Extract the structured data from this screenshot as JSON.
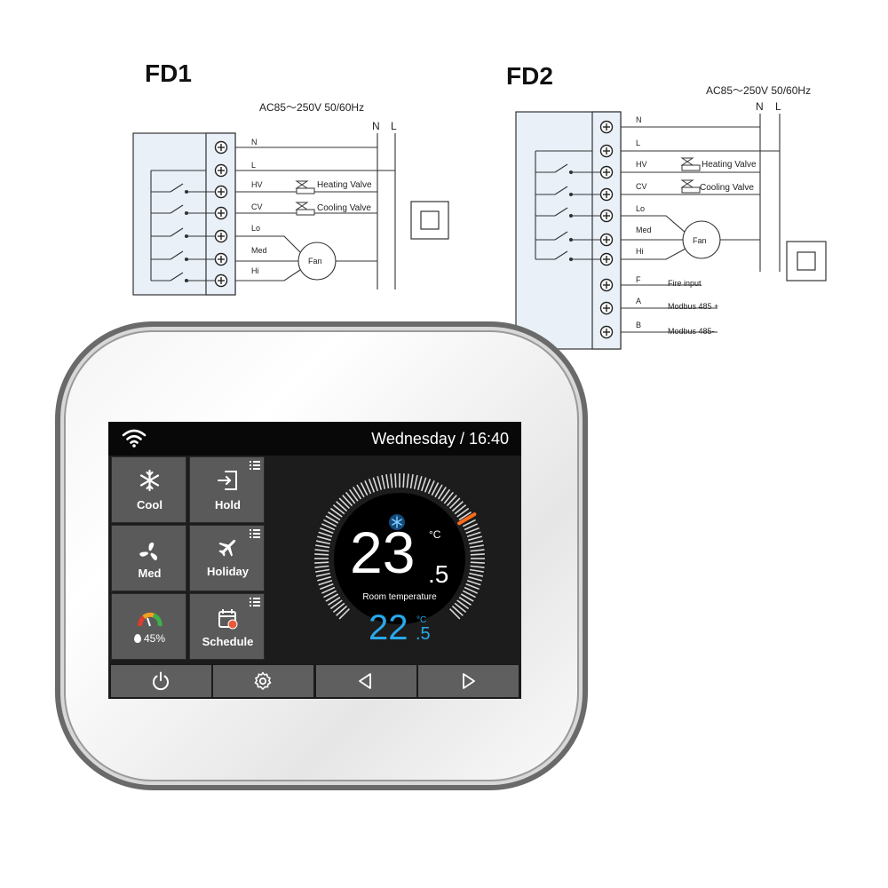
{
  "diagrams": {
    "fd1": {
      "title": "FD1",
      "supply": "AC85～250V   50/60Hz",
      "n": "N",
      "l": "L",
      "terminals": [
        "N",
        "L",
        "HV",
        "CV",
        "Lo",
        "Med",
        "Hi"
      ],
      "heating_valve": "Heating Valve",
      "cooling_valve": "Cooling Valve",
      "fan": "Fan"
    },
    "fd2": {
      "title": "FD2",
      "supply": "AC85～250V   50/60Hz",
      "n": "N",
      "l": "L",
      "terminals": [
        "N",
        "L",
        "HV",
        "CV",
        "Lo",
        "Med",
        "Hi",
        "F",
        "A",
        "B"
      ],
      "heating_valve": "Heating Valve",
      "cooling_valve": "Cooling Valve",
      "fan": "Fan",
      "fire_input": "Fire input",
      "modbus_a": "Modbus 485 +",
      "modbus_b": "Modbus 485-"
    }
  },
  "thermostat": {
    "datetime": "Wednesday / 16:40",
    "tiles": {
      "cool": "Cool",
      "hold": "Hold",
      "med": "Med",
      "holiday": "Holiday",
      "humidity": "45%",
      "schedule": "Schedule"
    },
    "room_temp_int": "23",
    "room_temp_dec": ".5",
    "room_unit": "°C",
    "room_label": "Room temperature",
    "set_temp_int": "22",
    "set_temp_dec": ".5",
    "set_unit": "°C",
    "gauge_level": 0.72,
    "colors": {
      "accent": "#29a8ea",
      "marker": "#ff6a1a",
      "tile": "#5a5a5a"
    },
    "icons": [
      "wifi-icon",
      "snowflake-icon",
      "hold-door-icon",
      "fan-icon",
      "airplane-icon",
      "humidity-gauge-icon",
      "calendar-icon",
      "power-icon",
      "gear-icon",
      "arrow-left-icon",
      "arrow-right-icon"
    ]
  }
}
